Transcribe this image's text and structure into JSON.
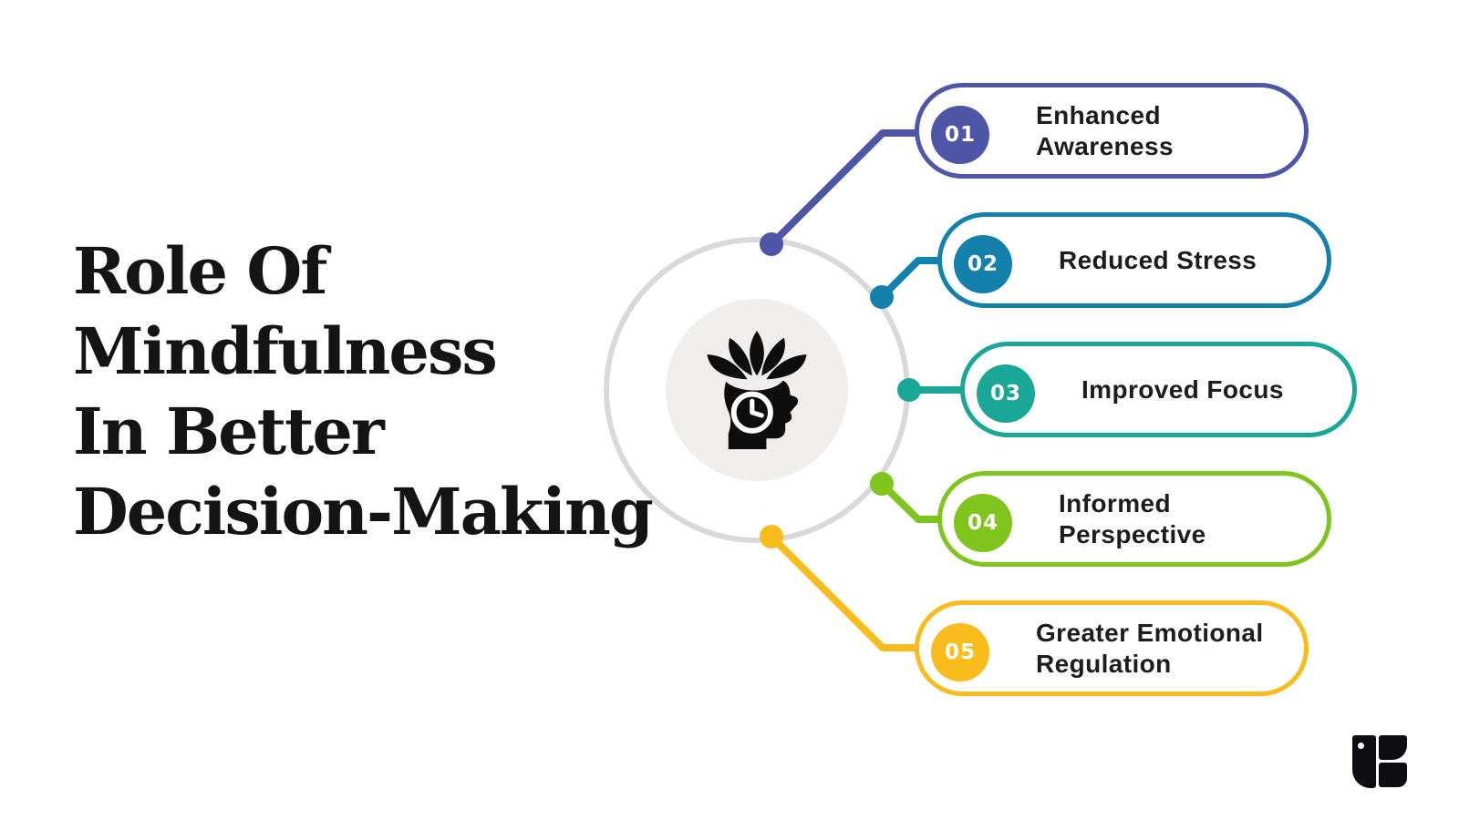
{
  "title": {
    "lines": [
      "Role Of",
      "Mindfulness",
      "In Better",
      "Decision-Making"
    ]
  },
  "center_graphic": {
    "icon": "mindfulness-head-lotus-clock-icon",
    "ring_color": "#d9d9d9",
    "inner_circle_color": "#f0efee",
    "icon_color": "#0d0d0d"
  },
  "items": [
    {
      "number": "01",
      "label_lines": [
        "Enhanced Awareness"
      ],
      "color": "#4f55a7"
    },
    {
      "number": "02",
      "label_lines": [
        "Reduced Stress"
      ],
      "color": "#1481ad"
    },
    {
      "number": "03",
      "label_lines": [
        "Improved Focus"
      ],
      "color": "#1aa797"
    },
    {
      "number": "04",
      "label_lines": [
        "Informed",
        "Perspective"
      ],
      "color": "#80c41e"
    },
    {
      "number": "05",
      "label_lines": [
        "Greater Emotional",
        "Regulation"
      ],
      "color": "#f8bd1c"
    }
  ],
  "colors": {
    "background": "#ffffff",
    "title_text": "#141414",
    "label_text": "#1d1d1d",
    "number_text": "#ffffff",
    "logo": "#0e0e12"
  },
  "logo": {
    "icon": "brand-logo-mark"
  }
}
